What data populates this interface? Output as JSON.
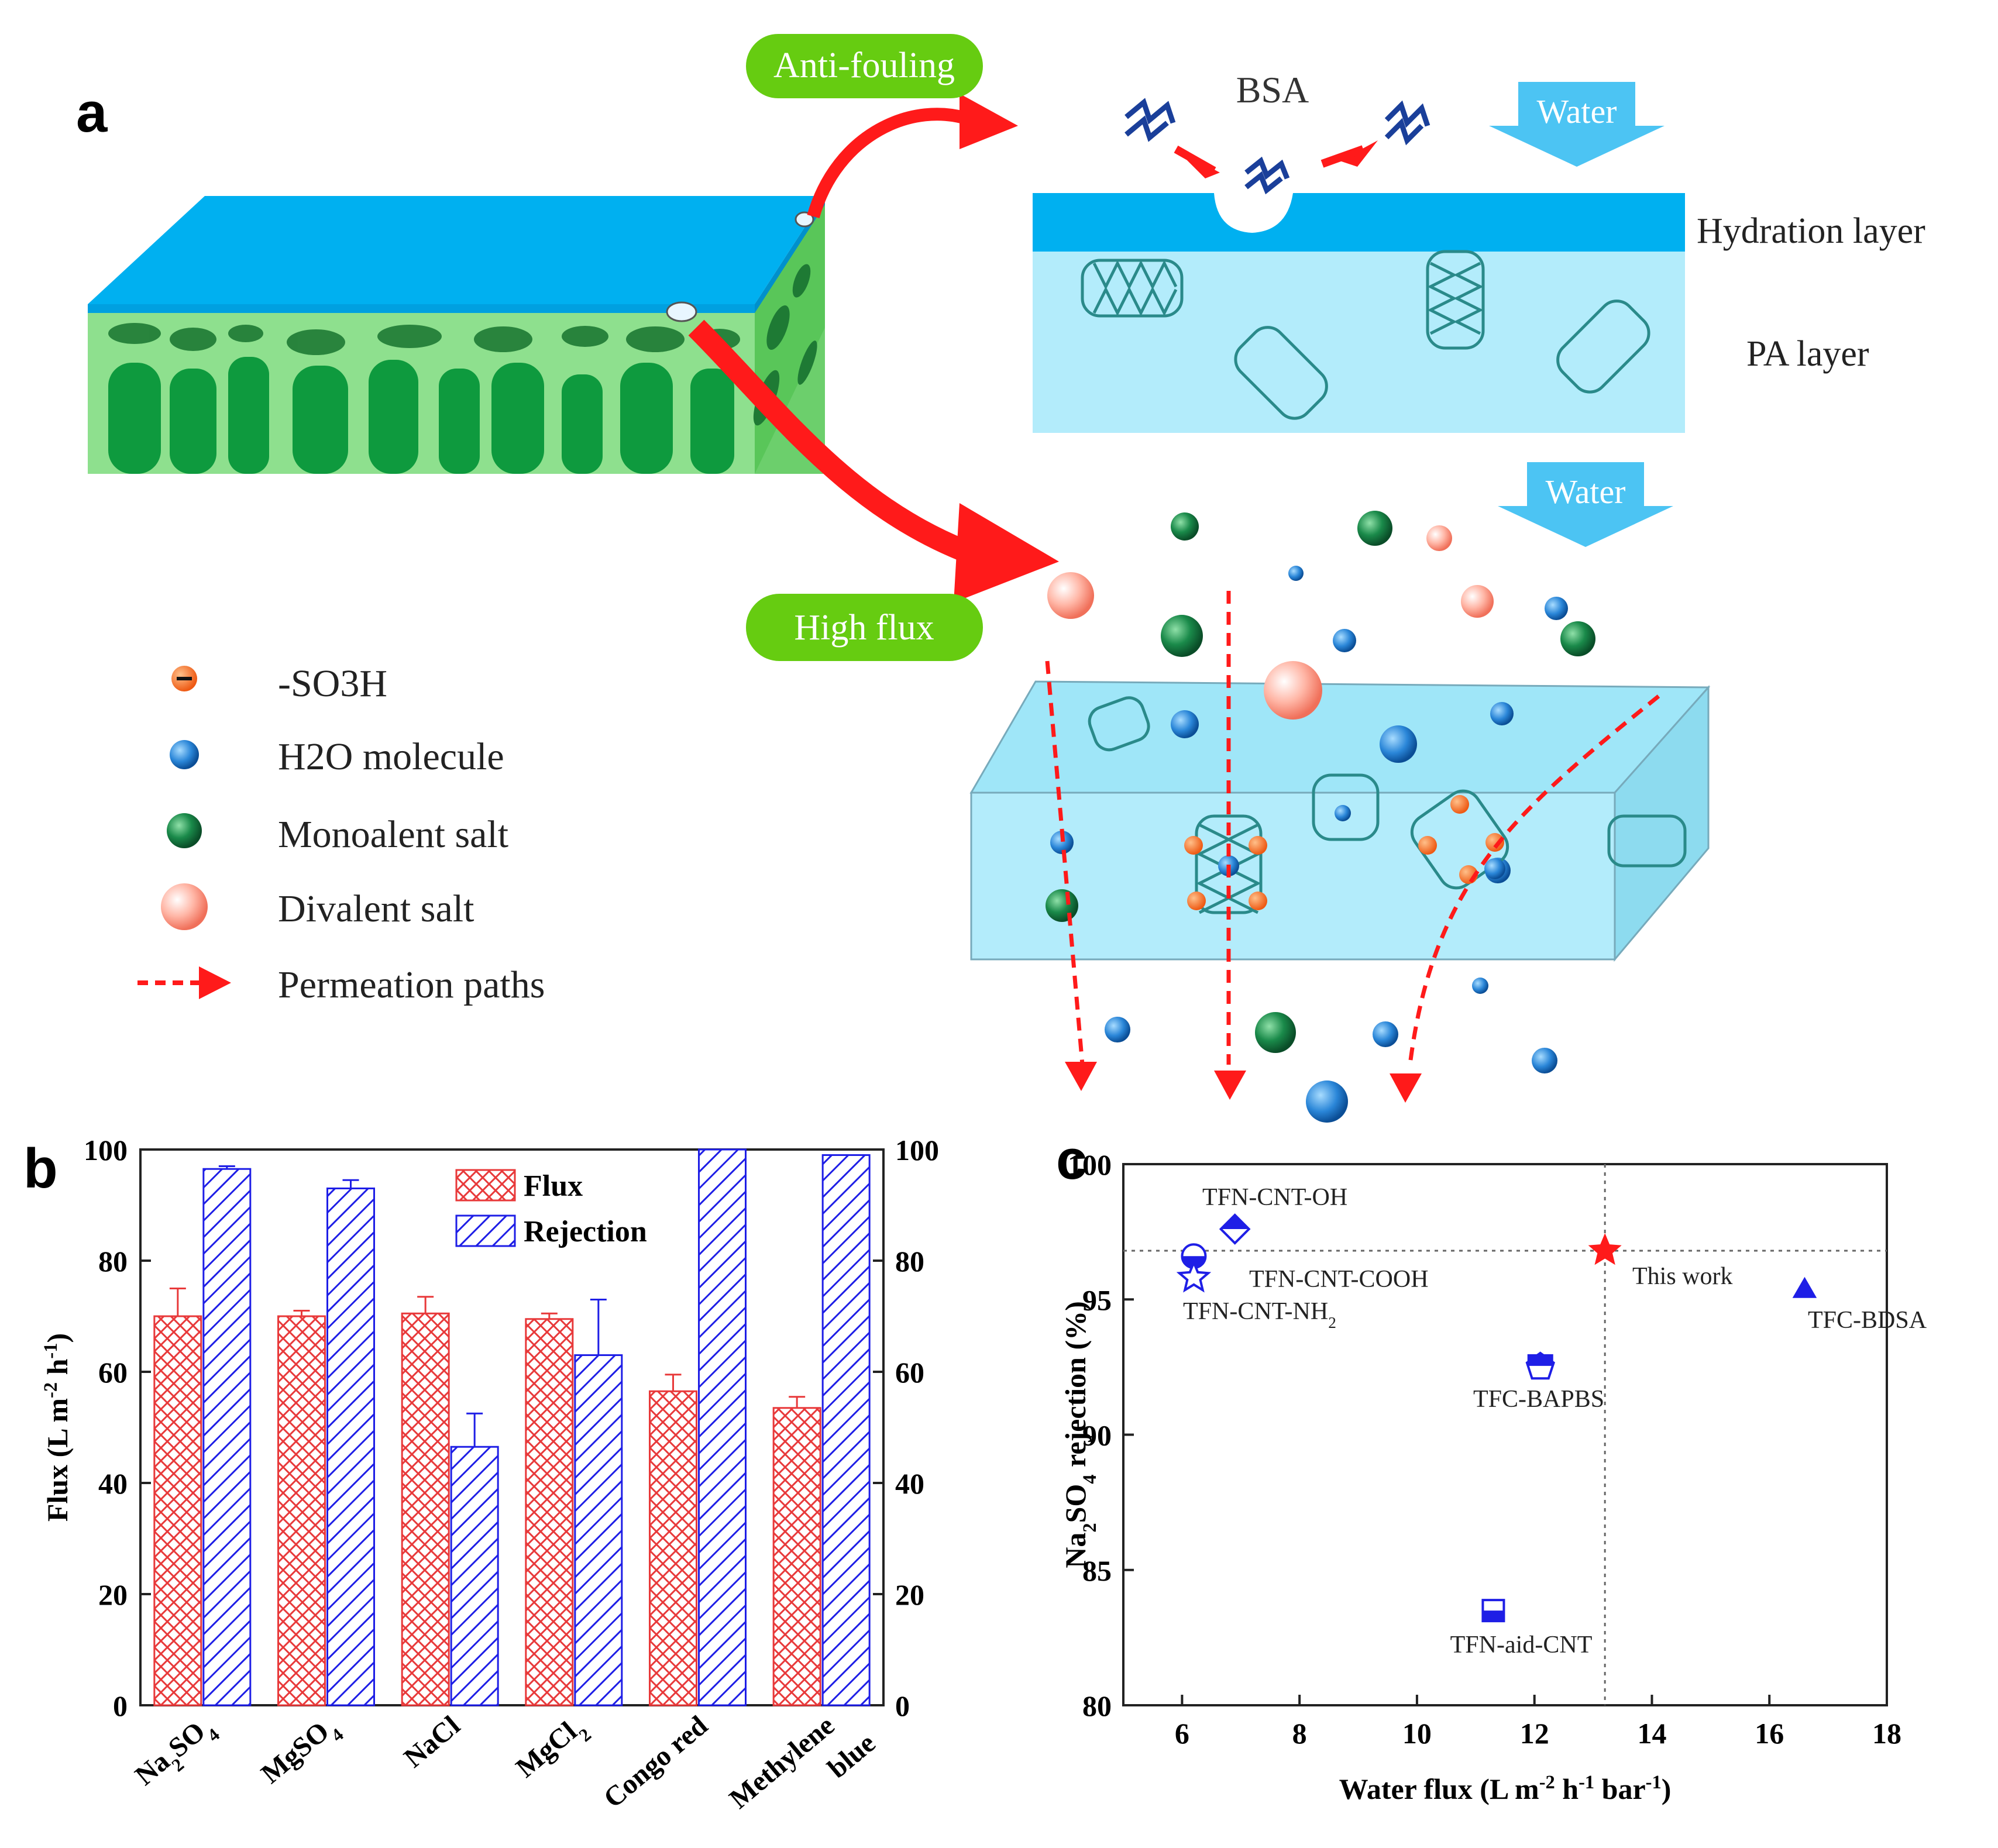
{
  "panel_a": {
    "letter": "a",
    "callout_antifouling": "Anti-fouling",
    "callout_highflux": "High flux",
    "bsa_label": "BSA",
    "water_label_top": "Water",
    "water_label_bottom": "Water",
    "hydration_layer_label": "Hydration layer",
    "pa_layer_label": "PA layer",
    "legend": [
      {
        "symbol": "so3h-icon",
        "label": "-SO3H"
      },
      {
        "symbol": "water-molecule-icon",
        "label": "H2O molecule"
      },
      {
        "symbol": "monovalent-salt-icon",
        "label": "Monoalent salt"
      },
      {
        "symbol": "divalent-salt-icon",
        "label": "Divalent salt"
      },
      {
        "symbol": "permeation-arrow-icon",
        "label": "Permeation paths"
      }
    ],
    "colors": {
      "top_layer": "#00b0f0",
      "support_green": "#5dd35d",
      "pa_layer": "#b3ecfb",
      "pill": "#66cc11",
      "arrow": "#ff1a1a",
      "water_arrow": "#4cc4f3"
    }
  },
  "chart_data": [
    {
      "panel": "b",
      "type": "bar",
      "categories": [
        "Na2SO4",
        "MgSO4",
        "NaCl",
        "MgCl2",
        "Congo red",
        "Methylene blue"
      ],
      "series": [
        {
          "name": "Flux",
          "values": [
            70,
            70,
            70.5,
            69.5,
            56.5,
            53.5
          ],
          "errors": [
            5,
            1,
            3,
            1,
            3,
            2
          ],
          "color": "#e8393a",
          "hatch": "cross"
        },
        {
          "name": "Rejection",
          "values": [
            96.5,
            93,
            46.5,
            63,
            100,
            99
          ],
          "errors": [
            0.5,
            1.5,
            6,
            10,
            0,
            0
          ],
          "color": "#1e1ee6",
          "hatch": "diagonal"
        }
      ],
      "ylabel": "Flux (L m-2 h-1)",
      "ylim": [
        0,
        100
      ],
      "yticks": [
        0,
        20,
        40,
        60,
        80,
        100
      ],
      "y2lim": [
        0,
        100
      ],
      "y2ticks": [
        0,
        20,
        40,
        60,
        80,
        100
      ],
      "legend_position": "top-center",
      "grid": false
    },
    {
      "panel": "c",
      "type": "scatter",
      "xlabel": "Water flux (L m-2 h-1 bar-1)",
      "ylabel": "Na2SO4 rejection (%)",
      "xlim": [
        5,
        18
      ],
      "ylim": [
        80,
        100
      ],
      "xticks": [
        6,
        8,
        10,
        12,
        14,
        16,
        18
      ],
      "yticks": [
        80,
        85,
        90,
        95,
        100
      ],
      "reference_lines": {
        "x": 13.2,
        "y": 96.8
      },
      "points": [
        {
          "label": "TFN-CNT-OH",
          "x": 6.9,
          "y": 97.6,
          "marker": "diamond-half",
          "color": "#1e1ee6"
        },
        {
          "label": "TFN-CNT-COOH",
          "x": 6.2,
          "y": 96.6,
          "marker": "circle-half",
          "color": "#1e1ee6"
        },
        {
          "label": "TFN-CNT-NH2",
          "x": 6.2,
          "y": 95.8,
          "marker": "star-open",
          "color": "#1e1ee6"
        },
        {
          "label": "This work",
          "x": 13.2,
          "y": 96.8,
          "marker": "star",
          "color": "#ff1a1a"
        },
        {
          "label": "TFC-BDSA",
          "x": 16.6,
          "y": 95.4,
          "marker": "triangle",
          "color": "#1e1ee6"
        },
        {
          "label": "TFC-BAPBS",
          "x": 12.1,
          "y": 92.5,
          "marker": "pentagon-half",
          "color": "#1e1ee6"
        },
        {
          "label": "TFN-aid-CNT",
          "x": 11.3,
          "y": 83.5,
          "marker": "square-half",
          "color": "#1e1ee6"
        }
      ],
      "grid": false
    }
  ],
  "panel_b_letter": "b",
  "panel_c_letter": "c"
}
